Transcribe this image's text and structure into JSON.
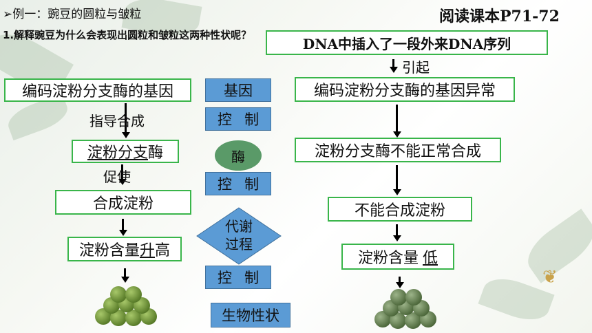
{
  "header": {
    "example_title": "例一：豌豆的圆粒与皱粒",
    "reading_ref": "阅读课本P71-72",
    "question": "1.解释豌豆为什么会表现出圆粒和皱粒这两种性状呢？"
  },
  "left_chain": {
    "box1": "编码淀粉分支酶的基因",
    "guide": "指导合成",
    "box2_blank": "淀粉分支",
    "box2_tail": "酶",
    "promote": "促使",
    "box3": "合成淀粉",
    "box4_prefix": "淀粉含量",
    "box4_blank": "升",
    "box4_tail": "高"
  },
  "center_chain": {
    "gene": "基因",
    "control_a": "控",
    "control_b": "制",
    "enzyme": "酶",
    "metabolism_l1": "代谢",
    "metabolism_l2": "过程",
    "trait": "生物性状"
  },
  "right_chain": {
    "box1": "DNA中插入了一段外来DNA序列",
    "cause": "引起",
    "box2": "编码淀粉分支酶的基因异常",
    "box3": "淀粉分支酶不能正常合成",
    "box4": "不能合成淀粉",
    "box5_prefix": "淀粉含量",
    "box5_blank": "低"
  },
  "colors": {
    "green_border": "#39b54a",
    "blue_box": "#5b9bd5",
    "ellipse": "#5a9a68"
  }
}
